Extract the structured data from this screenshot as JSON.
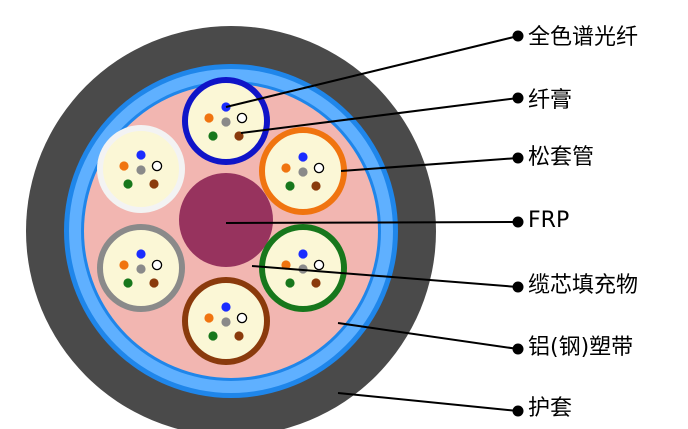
{
  "labels": [
    "全色谱光纤",
    "纤膏",
    "松套管",
    "FRP",
    "缆芯填充物",
    "铝(钢)塑带",
    "护套"
  ],
  "colors": {
    "jacket": "#4a4a4a",
    "tape_light": "#5fb0ff",
    "tape_dark": "#1f86ea",
    "filler": "#f2b6b1",
    "frp": "#97335e",
    "gel": "#fbf7d6",
    "leader": "#000000"
  },
  "tubes": [
    {
      "name": "blue-tube",
      "color": "#0f14c8"
    },
    {
      "name": "orange-tube",
      "color": "#f07410"
    },
    {
      "name": "green-tube",
      "color": "#17771c"
    },
    {
      "name": "brown-tube",
      "color": "#8a3a0c"
    },
    {
      "name": "grey-tube",
      "color": "#8a8a8a"
    },
    {
      "name": "white-tube",
      "color": "#f3f3f3"
    }
  ],
  "fiber_colors": [
    "#1a2cff",
    "#f07410",
    "#8a8a8a",
    "#ffffff",
    "#17771c",
    "#8a3a0c"
  ]
}
